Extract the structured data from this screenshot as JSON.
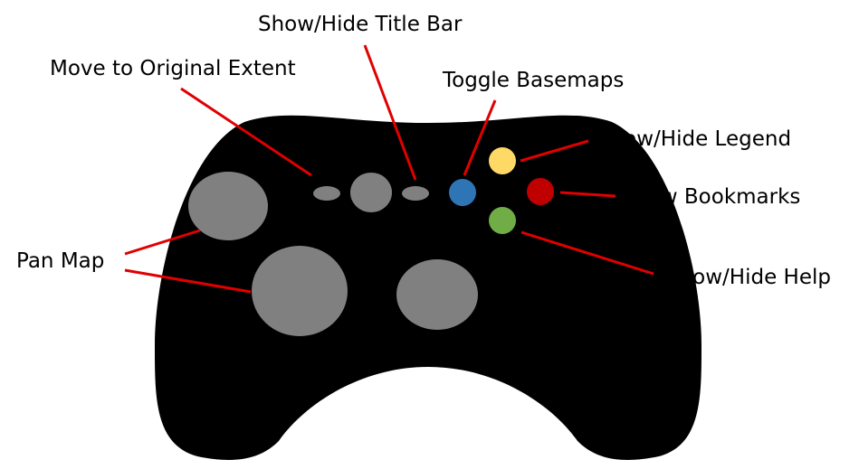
{
  "labels": {
    "title_bar": "Show/Hide Title Bar",
    "original_extent": "Move to Original Extent",
    "basemaps": "Toggle Basemaps",
    "legend": "Show/Hide Legend",
    "bookmarks": "View Bookmarks",
    "pan_map": "Pan Map",
    "help": "Show/Hide Help"
  },
  "colors": {
    "controller_body": "#000000",
    "stick_and_pad": "#808080",
    "leader_line": "#e00000",
    "button_y": "#ffd966",
    "button_b": "#c00000",
    "button_x": "#2e75b6",
    "button_a": "#70ad47"
  }
}
